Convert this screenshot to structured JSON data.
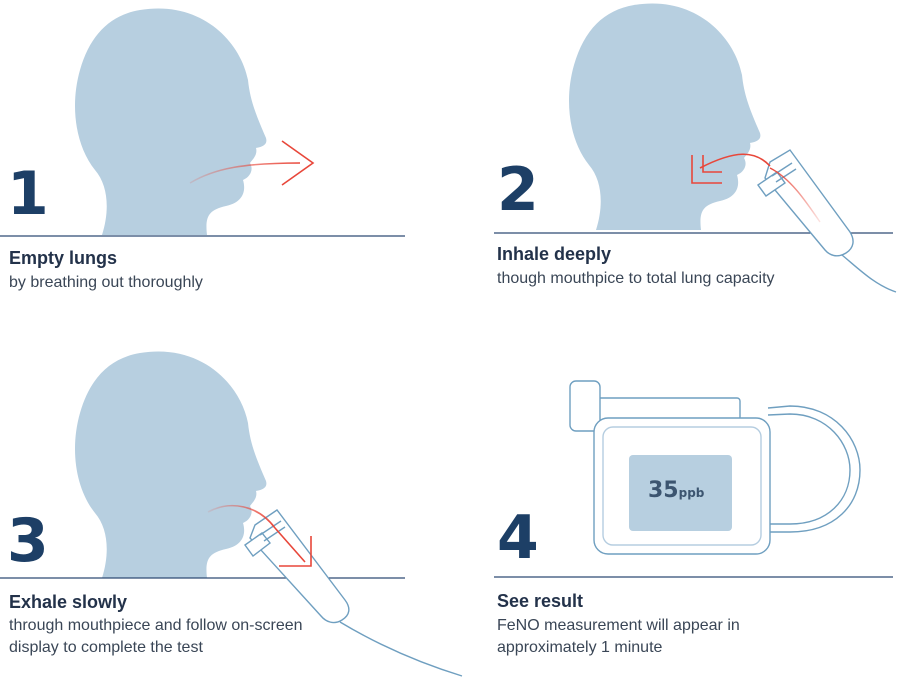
{
  "steps": [
    {
      "number": "1",
      "title": "Empty lungs",
      "description": [
        "by breathing out thoroughly"
      ]
    },
    {
      "number": "2",
      "title": "Inhale deeply",
      "description": [
        "though mouthpice to total lung capacity"
      ]
    },
    {
      "number": "3",
      "title": "Exhale slowly",
      "description": [
        "through mouthpiece and follow on-screen",
        "display to complete the test"
      ]
    },
    {
      "number": "4",
      "title": "See result",
      "description": [
        "FeNO measurement will appear in",
        "approximately 1 minute"
      ]
    }
  ],
  "device": {
    "value": "35",
    "unit": "ppb"
  },
  "colors": {
    "head": "#b7cfe0",
    "line": "#2e4a73",
    "arrow": "#e8473a",
    "device": "#c6daea",
    "number": "#1d3f66"
  }
}
